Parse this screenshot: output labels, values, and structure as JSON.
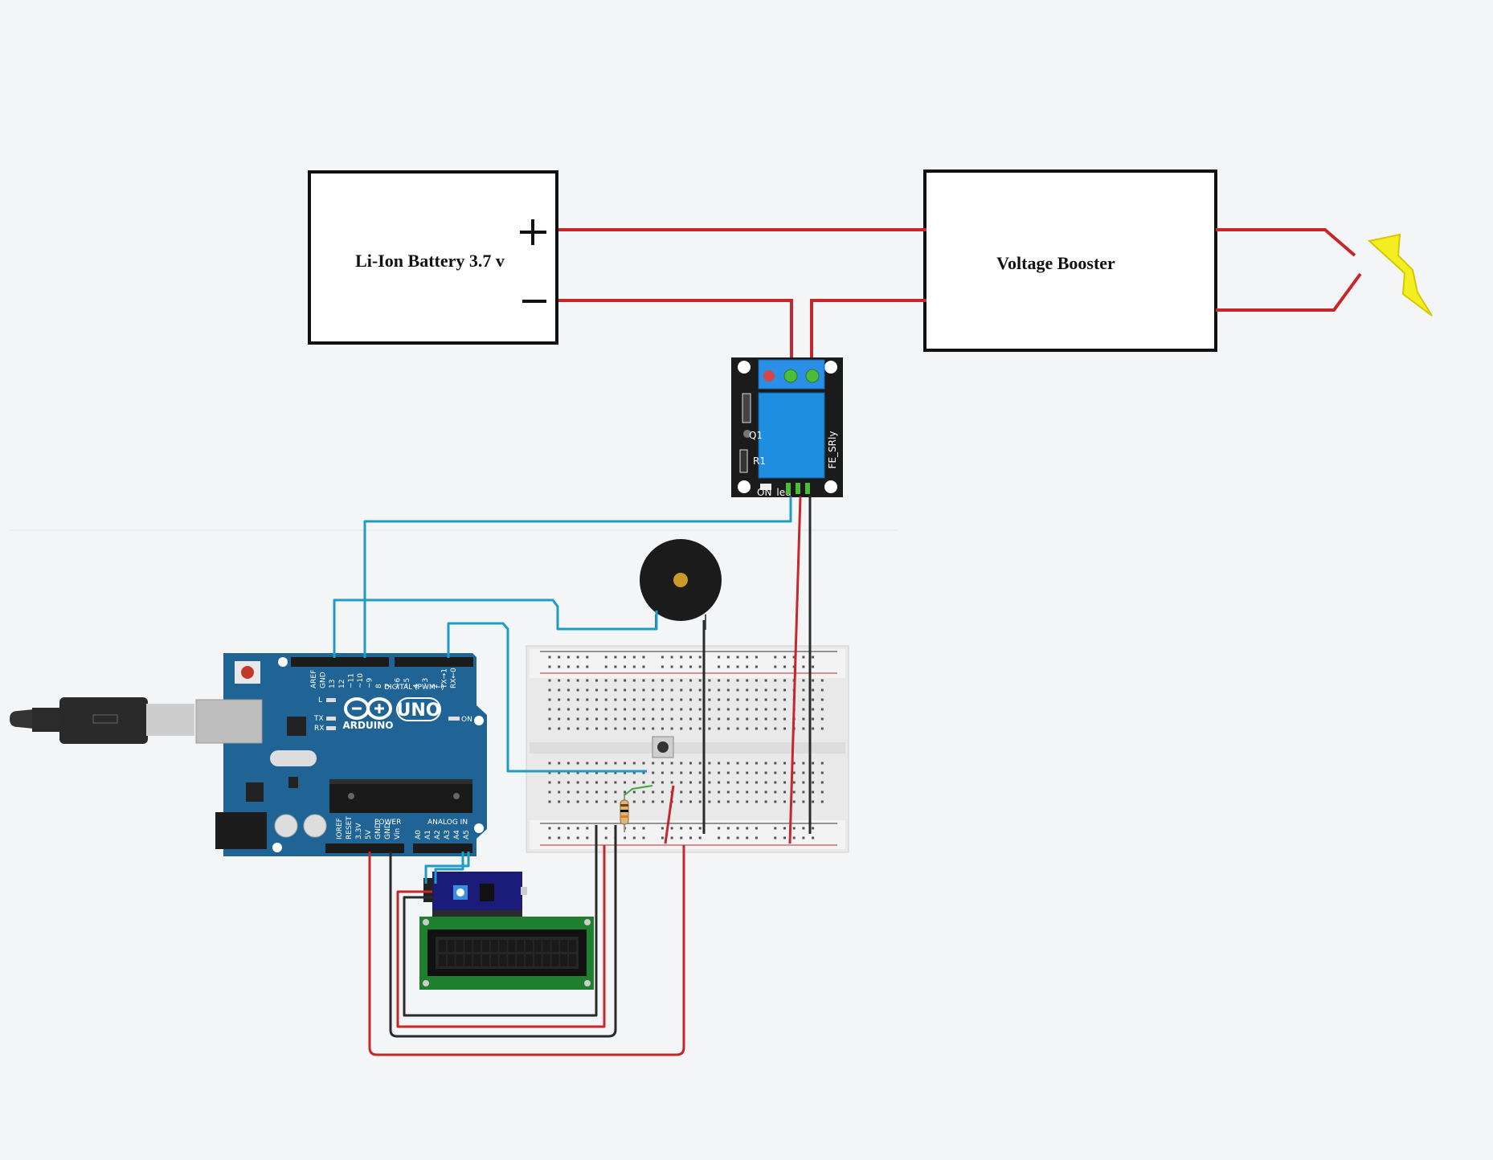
{
  "battery": {
    "label": "Li-Ion Battery 3.7 v",
    "plus": "+",
    "minus": "−"
  },
  "booster": {
    "label": "Voltage Booster"
  },
  "relay": {
    "label": "FE_SRly",
    "led_label": "ON_led",
    "r_label": "R1",
    "q_label": "Q1"
  },
  "arduino": {
    "brand": "ARDUINO",
    "model": "UNO",
    "digital_label": "DIGITAL (PWM~)",
    "power_label": "POWER",
    "analog_label": "ANALOG IN",
    "on_label": "ON",
    "l_label": "L",
    "tx_label": "TX",
    "rx_label": "RX",
    "digital_pins": [
      "AREF",
      "GND",
      "13",
      "12",
      "~11",
      "~10",
      "~9",
      "8",
      "7",
      "~6",
      "~5",
      "4",
      "~3",
      "2",
      "TX→1",
      "RX←0"
    ],
    "power_pins": [
      "IOREF",
      "RESET",
      "3.3V",
      "5V",
      "GND",
      "GND",
      "Vin"
    ],
    "analog_pins": [
      "A0",
      "A1",
      "A2",
      "A3",
      "A4",
      "A5"
    ]
  },
  "colors": {
    "wire_red": "#c7262b",
    "wire_blue": "#1e9cc4",
    "wire_black": "#2a2a2a",
    "wire_green": "#3aa83a",
    "arduino_blue": "#1f6494",
    "relay_blue": "#1e8fe0",
    "spark_yellow": "#f2ee22",
    "lcd_green": "#1e7f2e",
    "i2c_navy": "#1b1b7a"
  }
}
